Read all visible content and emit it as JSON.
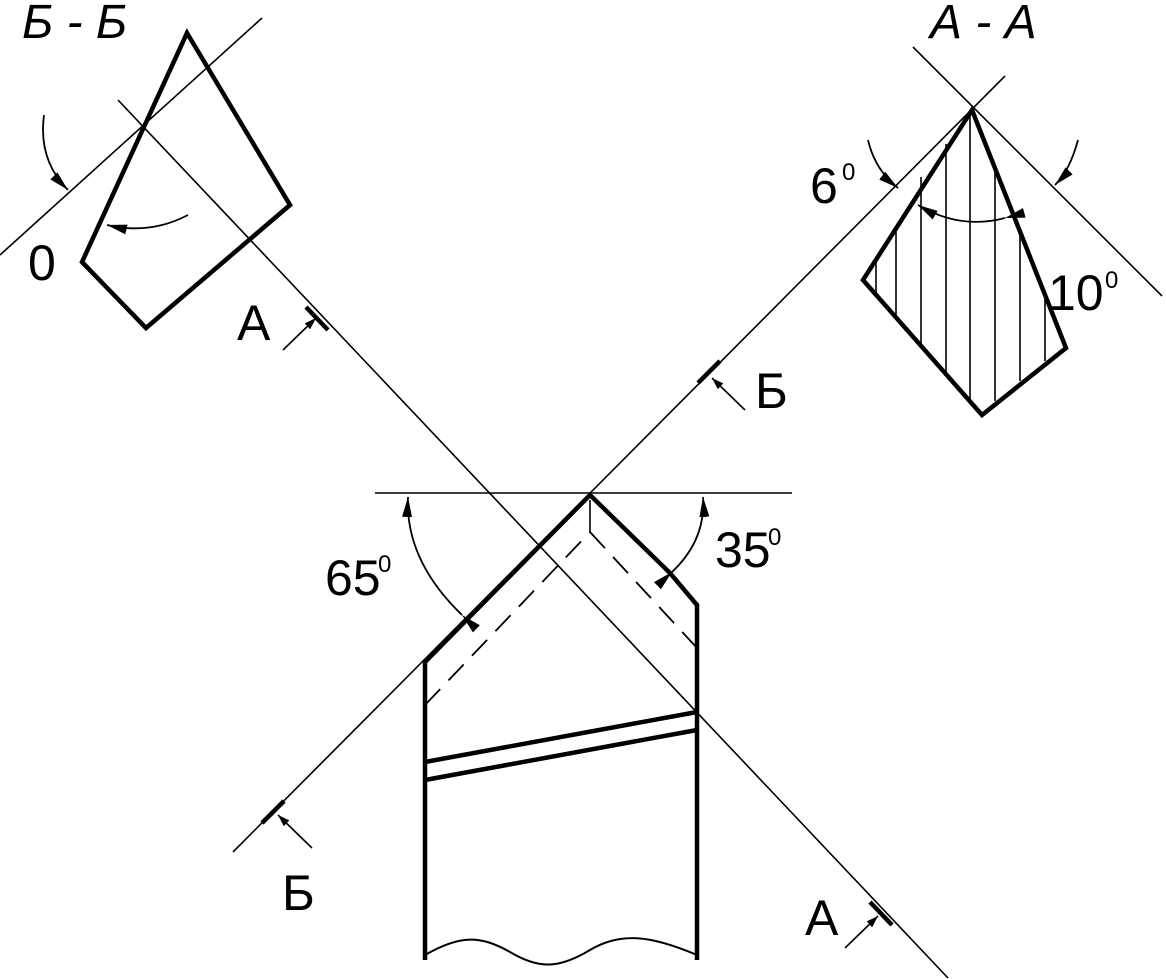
{
  "labels": {
    "section_b_title": "Б - Б",
    "section_a_title": "А - А",
    "angle_zero": "0",
    "angle_6": "6",
    "angle_10": "10",
    "angle_65": "65",
    "angle_35": "35",
    "degree_mark": "0",
    "cut_a_upper": "А",
    "cut_a_lower": "А",
    "cut_b_upper": "Б",
    "cut_b_lower": "Б"
  },
  "angles_deg": {
    "main_cutting_edge": 65,
    "auxiliary_cutting_edge": 35,
    "rake": 0,
    "clearance_section_a": 6,
    "wedge_section_a": 10
  },
  "colors": {
    "line": "#000000",
    "background": "#ffffff"
  }
}
